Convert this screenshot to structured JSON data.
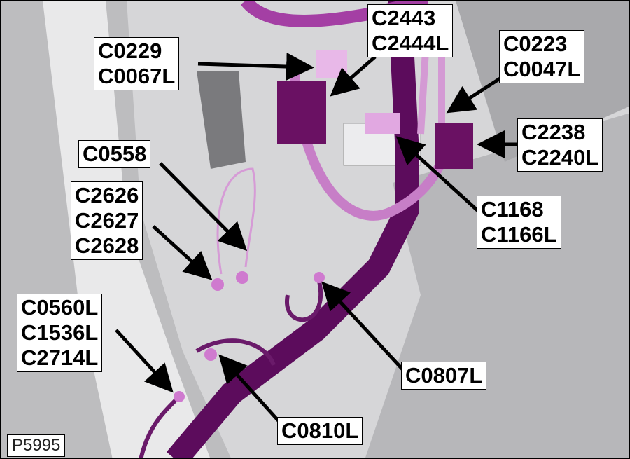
{
  "figure_id": "P5995",
  "callouts": [
    {
      "lines": [
        "C0229",
        "C0067L"
      ]
    },
    {
      "lines": [
        "C2443",
        "C2444L"
      ]
    },
    {
      "lines": [
        "C0223",
        "C0047L"
      ]
    },
    {
      "lines": [
        "C2238",
        "C2240L"
      ]
    },
    {
      "lines": [
        "C0558"
      ]
    },
    {
      "lines": [
        "C2626",
        "C2627",
        "C2628"
      ]
    },
    {
      "lines": [
        "C1168",
        "C1166L"
      ]
    },
    {
      "lines": [
        "C0560L",
        "C1536L",
        "C2714L"
      ]
    },
    {
      "lines": [
        "C0807L"
      ]
    },
    {
      "lines": [
        "C0810L"
      ]
    }
  ],
  "colors": {
    "harness": "#6a0e6a",
    "connector": "#d98fd9",
    "body": "#c9c9cb"
  }
}
